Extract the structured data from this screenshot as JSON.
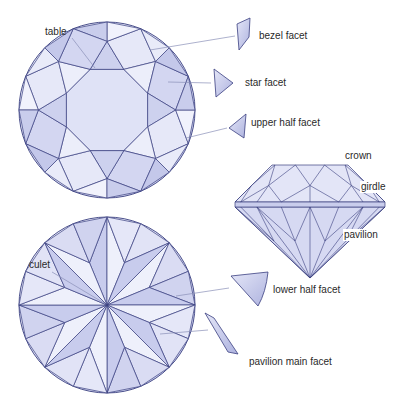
{
  "diagram": {
    "labels": [
      "table",
      "bezel facet",
      "star facet",
      "upper half facet",
      "crown",
      "girdle",
      "pavilion",
      "culet",
      "lower half facet",
      "pavilion main facet"
    ]
  }
}
